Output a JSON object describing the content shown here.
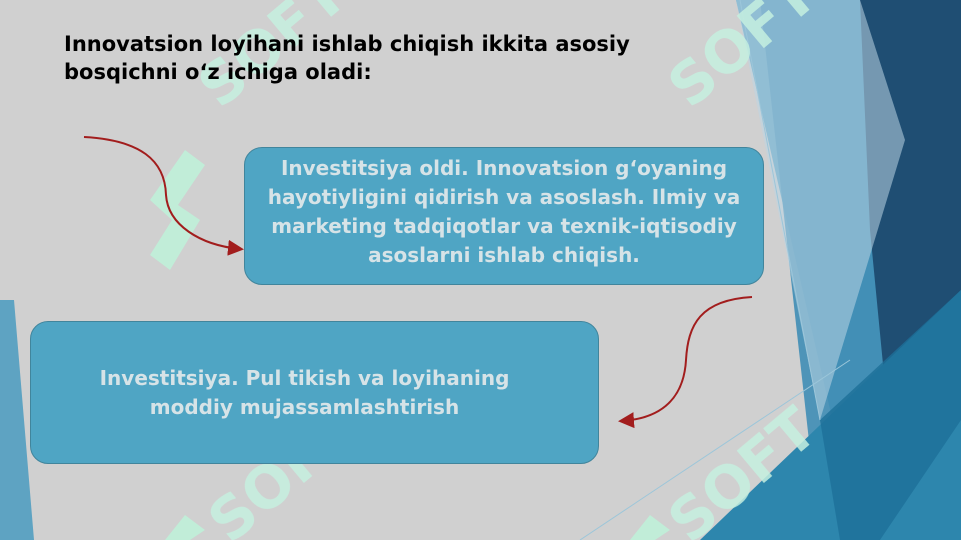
{
  "slide": {
    "title": "Innovatsion loyihani ishlab chiqish ikkita asosiy\nbosqichni o‘z ichiga oladi:",
    "stage1_text": "Investitsiya oldi. Innovatsion g‘oyaning hayotiyligini qidirish va asoslash. Ilmiy va marketing tadqiqotlar va texnik-iqtisodiy asoslarni ishlab chiqish.",
    "stage2_text": "Investitsiya. Pul tikish va loyihaning moddiy mujassamlashtirish"
  },
  "watermark": {
    "text": "SOFT"
  },
  "colors": {
    "background": "#d0d0d0",
    "box_fill": "#4fa5c4",
    "box_text": "#d6e3e7",
    "arrow": "#a21d1d",
    "decor_dark": "#1f4e73",
    "decor_mid": "#2d7fa6",
    "decor_light": "#7fb6cf",
    "watermark": "#c6f0e0"
  }
}
